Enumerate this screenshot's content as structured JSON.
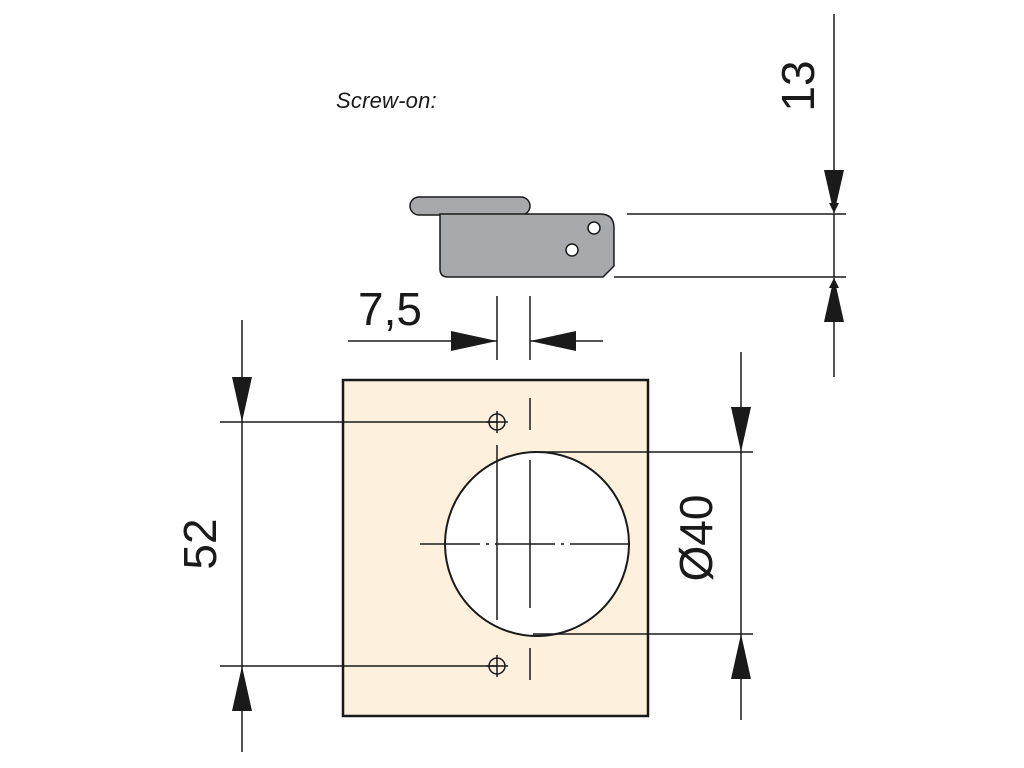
{
  "caption": "Screw-on:",
  "dimensions": {
    "height": "13",
    "offset": "7,5",
    "screw_spacing": "52",
    "cup_diameter": "Ø40"
  },
  "colors": {
    "panel_fill": "#fdf0dd",
    "plate_fill": "#a7a9ac",
    "line": "#1a1a1a"
  }
}
